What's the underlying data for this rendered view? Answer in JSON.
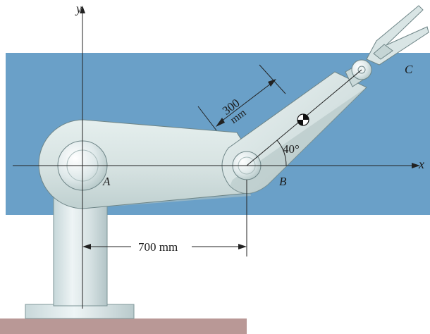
{
  "diagram": {
    "axes": {
      "x_label": "x",
      "y_label": "y"
    },
    "points": {
      "a": "A",
      "b": "B",
      "c": "C"
    },
    "dimensions": {
      "horizontal_ab": "700 mm",
      "offset_value": "300",
      "offset_unit": "mm",
      "angle": "40°"
    },
    "colors": {
      "background_panel": "#6aa0c8",
      "arm_fill": "#d7e3e2",
      "arm_shadow": "#b7c8c7",
      "column_fill": "#d9e4e5",
      "base_fill": "#d6e1e2",
      "floor": "#b99896"
    },
    "icons": {
      "center_of_mass": "center-of-mass-symbol"
    }
  }
}
